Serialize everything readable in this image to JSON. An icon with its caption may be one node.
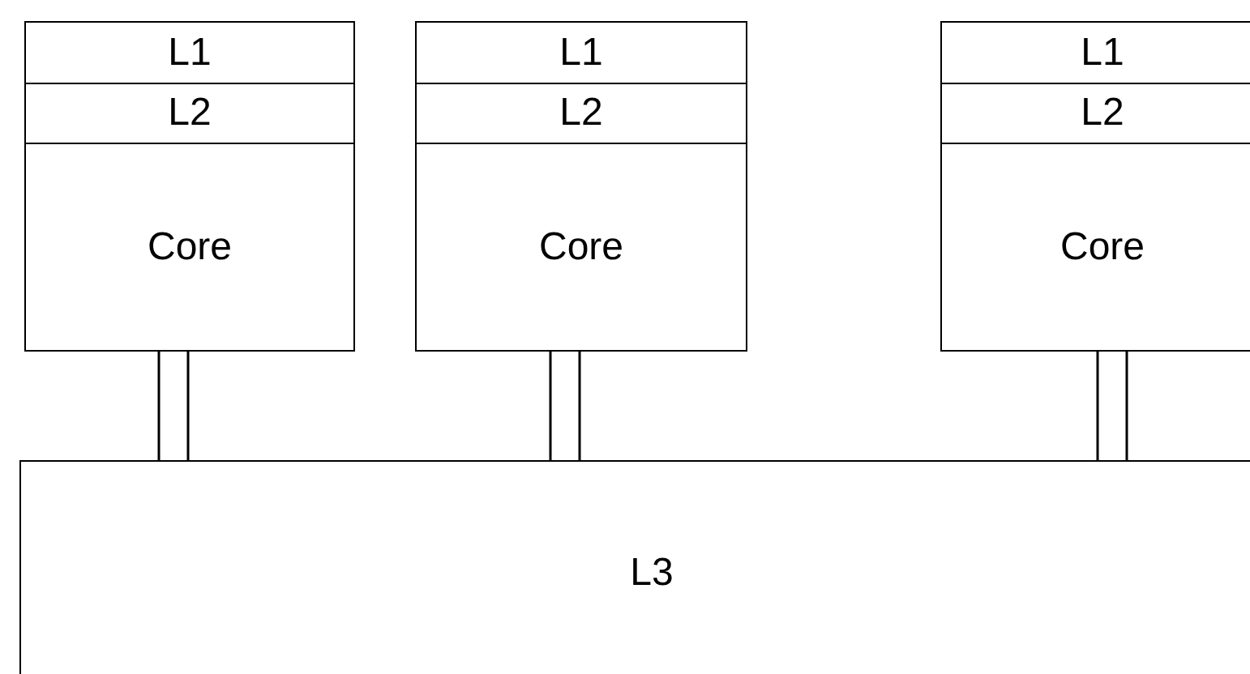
{
  "diagram": {
    "nodes": [
      {
        "text": [
          "L1"
        ]
      },
      {
        "text": [
          "L2"
        ]
      },
      {
        "text": [
          "Core"
        ]
      },
      {
        "text": [
          "L1"
        ]
      },
      {
        "text": [
          "L2"
        ]
      },
      {
        "text": [
          "Core"
        ]
      },
      {
        "text": [
          "L1"
        ]
      },
      {
        "text": [
          "L2"
        ]
      },
      {
        "text": [
          "Core"
        ]
      },
      {
        "text": [
          "L3"
        ]
      }
    ],
    "edges": [
      {
        "from": 2,
        "to": 9,
        "arrow": "none"
      },
      {
        "from": 5,
        "to": 9,
        "arrow": "none"
      },
      {
        "from": 8,
        "to": 9,
        "arrow": "none"
      }
    ]
  }
}
